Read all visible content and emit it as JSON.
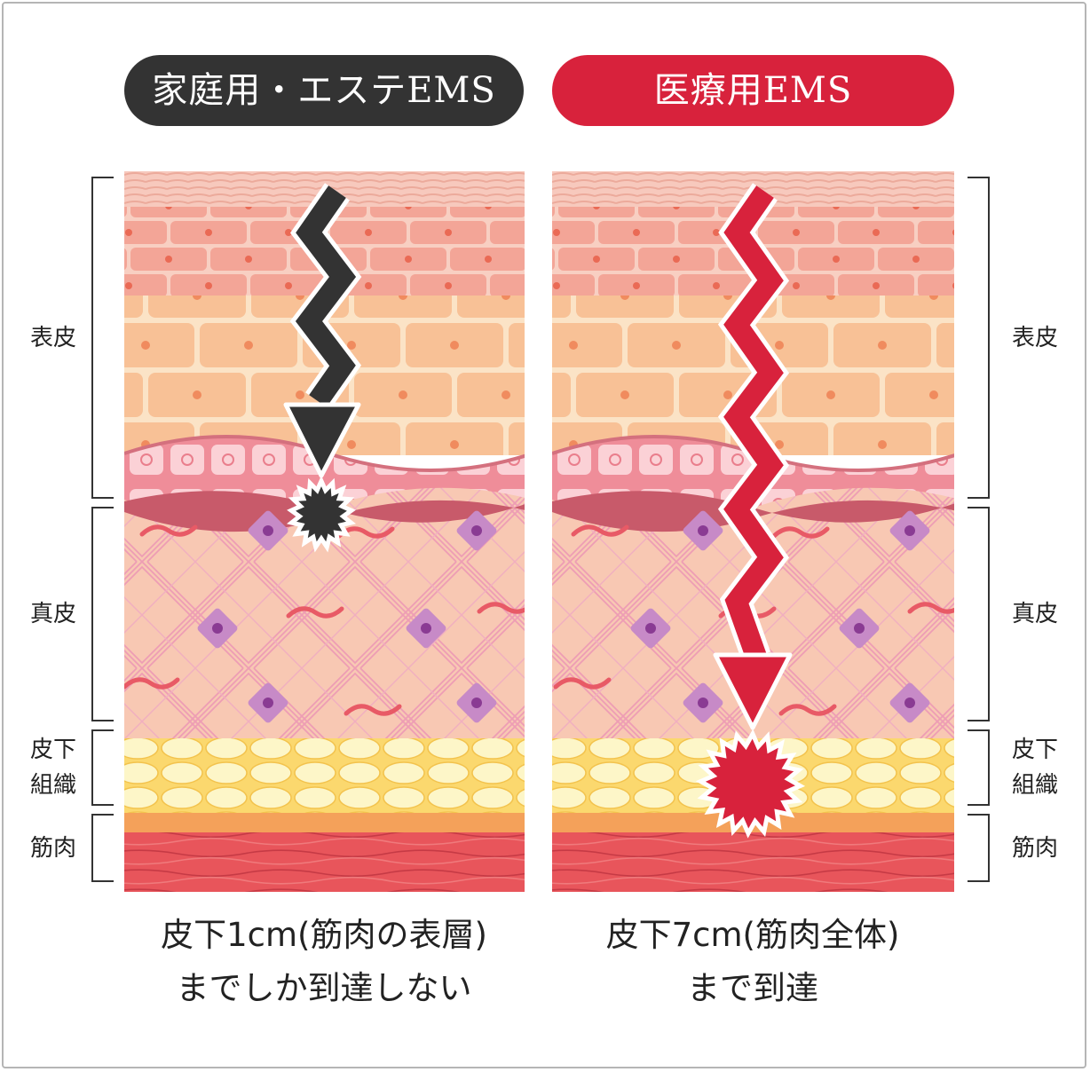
{
  "headers": {
    "left": "家庭用・エステEMS",
    "right": "医療用EMS"
  },
  "layers": {
    "epidermis": "表皮",
    "dermis": "真皮",
    "subcutaneous": [
      "皮下",
      "組織"
    ],
    "muscle": "筋肉"
  },
  "captions": {
    "left": [
      "皮下1cm(筋肉の表層)",
      "までしか到達しない"
    ],
    "right": [
      "皮下7cm(筋肉全体)",
      "まで到達"
    ]
  },
  "colors": {
    "home": "#333333",
    "medical": "#d8223c"
  }
}
